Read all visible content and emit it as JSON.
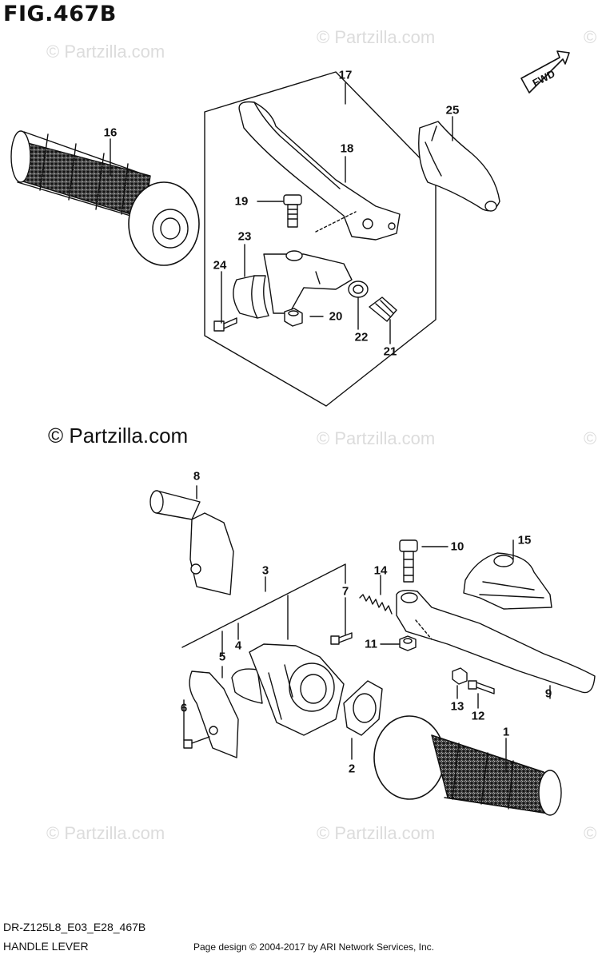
{
  "figure": {
    "title": "FIG.467B",
    "direction_label": "FWD",
    "code": "DR-Z125L8_E03_E28_467B",
    "name": "HANDLE LEVER",
    "credit": "Page design © 2004-2017 by ARI Network Services, Inc."
  },
  "watermark": {
    "text": "© Partzilla.com",
    "main_text": "© Partzilla.com"
  },
  "callouts": {
    "c1": "1",
    "c2": "2",
    "c3": "3",
    "c4": "4",
    "c5": "5",
    "c6": "6",
    "c7": "7",
    "c8": "8",
    "c9": "9",
    "c10": "10",
    "c11": "11",
    "c12": "12",
    "c13": "13",
    "c14": "14",
    "c15": "15",
    "c16": "16",
    "c17": "17",
    "c18": "18",
    "c19": "19",
    "c20": "20",
    "c21": "21",
    "c22": "22",
    "c23": "23",
    "c24": "24",
    "c25": "25"
  },
  "colors": {
    "line": "#111111",
    "watermark": "#dcdcdc",
    "background": "#ffffff"
  }
}
